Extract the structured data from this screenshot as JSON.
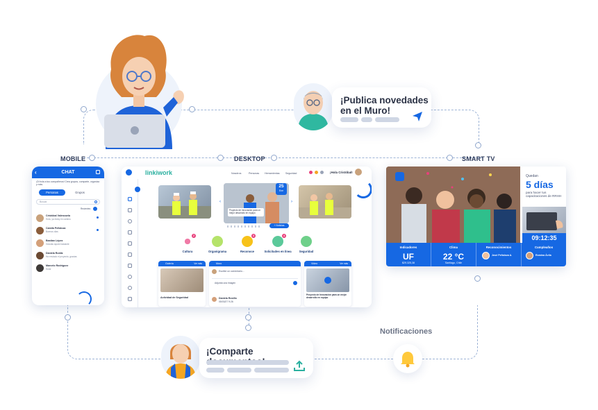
{
  "labels": {
    "mobile": "MOBILE",
    "desktop": "DESKTOP",
    "smart_tv": "SMART TV",
    "notifications": "Notificaciones"
  },
  "cards": {
    "muro": {
      "title_line1": "¡Publica novedades",
      "title_line2": "en el Muro!"
    },
    "docs": {
      "title": "¡Comparte documentos!"
    }
  },
  "mobile": {
    "header": "CHAT",
    "intro": "¡Di hola a tus compañeros! Crea grupos, comparte, organiza y más.",
    "tabs": [
      "Personas",
      "Grupos"
    ],
    "search_placeholder": "Buscar",
    "filter_label": "Recientes",
    "contacts": [
      {
        "name": "Cristóbal Valenzuela",
        "sub": "Hola, ya estoy en camino"
      },
      {
        "name": "Camila Peñaloza",
        "sub": "Buenos días"
      },
      {
        "name": "Bastian López",
        "sub": "Gracias ayudó bastante"
      },
      {
        "name": "Daniela Ruidiz",
        "sub": "Ha enviado el proyecto, gracias"
      },
      {
        "name": "Marcelo Rodríguez",
        "sub": "Hola!"
      }
    ]
  },
  "desktop": {
    "logo": "linkiwork",
    "nav": [
      "Nosotros",
      "Personas",
      "Herramientas",
      "Seguridad"
    ],
    "greeting": "¡Hola Cristóbal!",
    "banner": {
      "caption": "Proyecto de Innovación para un mejor desarrollo en equipo",
      "date_day": "25",
      "date_month": "Ene",
      "button": "+ Noticias"
    },
    "categories": [
      {
        "label": "Cultura",
        "badge": "2"
      },
      {
        "label": "Organigrama",
        "badge": ""
      },
      {
        "label": "Reconoce",
        "badge": "3"
      },
      {
        "label": "Solicitudes en línea",
        "badge": "4"
      },
      {
        "label": "Seguridad",
        "badge": ""
      }
    ],
    "panels": {
      "left": {
        "header": "Galería",
        "more": "Ver más",
        "caption": "Actividad de Seguridad"
      },
      "middle": {
        "header": "Muro",
        "input": "Escribe un comentario...",
        "attach": "Adjunta una imagen",
        "post_name": "Daniela Rosillo",
        "post_time": "05/03/27 9:26"
      },
      "right": {
        "header": "Video",
        "more": "Ver más",
        "caption": "Proyecto de Innovación para un mejor desarrollo en equipo"
      }
    }
  },
  "tv": {
    "counter_line1": "Quedan",
    "counter_big": "5 días",
    "counter_line2": "para hacer tus capacitaciones de RRHH",
    "clock": "09:12:35",
    "cells": [
      {
        "label": "Indicadores",
        "big": "UF",
        "sub": "$29.325,38"
      },
      {
        "label": "Clima",
        "big": "22 °C",
        "sub": "Santiago, Chile"
      },
      {
        "label": "Reconocimientos",
        "big": "",
        "sub": "José Peñaloza A."
      },
      {
        "label": "Cumpleaños",
        "big": "",
        "sub": "Romina Ávila"
      }
    ]
  },
  "colors": {
    "brand_blue": "#1668e3",
    "dash": "#9db3d6",
    "card_text": "#2b3245"
  }
}
